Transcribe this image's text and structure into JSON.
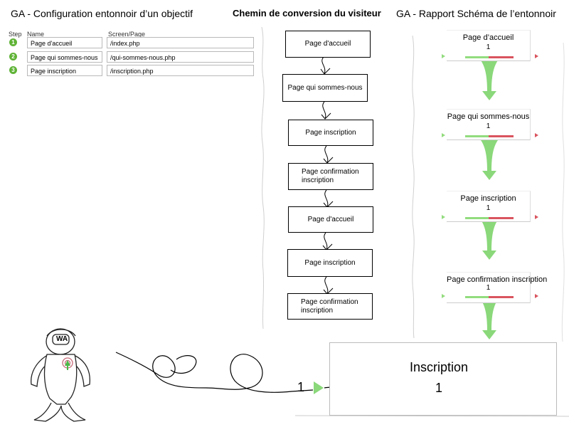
{
  "titles": {
    "config": "GA - Configuration entonnoir d’un objectif",
    "path": "Chemin de conversion du visiteur",
    "report": "GA - Rapport Schéma de l’entonnoir"
  },
  "config_table": {
    "headers": {
      "step": "Step",
      "name": "Name",
      "page": "Screen/Page"
    },
    "rows": [
      {
        "step": "1",
        "name": "Page d'accueil",
        "page": "/index.php"
      },
      {
        "step": "2",
        "name": "Page qui sommes-nous",
        "page": "/qui-sommes-nous.php"
      },
      {
        "step": "3",
        "name": "Page inscription",
        "page": "/inscription.php"
      }
    ]
  },
  "visitor_path": [
    {
      "label": "Page d'accueil"
    },
    {
      "label": "Page qui sommes-nous"
    },
    {
      "label": "Page inscription"
    },
    {
      "label": "Page confirmation inscription"
    },
    {
      "label": "Page d'accueil"
    },
    {
      "label": "Page inscription"
    },
    {
      "label": "Page confirmation inscription"
    }
  ],
  "funnel_report": {
    "steps": [
      {
        "name": "Page d’accueil",
        "count": "1"
      },
      {
        "name": "Page qui sommes-nous",
        "count": "1"
      },
      {
        "name": "Page inscription",
        "count": "1"
      },
      {
        "name": "Page confirmation inscription",
        "count": "1"
      }
    ],
    "colors": {
      "bar_green": "#92dc7e",
      "bar_red": "#d9545f",
      "arrow_green": "#8ad87a"
    }
  },
  "result": {
    "title": "Inscription",
    "count": "1"
  },
  "entry_count": "1",
  "mascot": {
    "badge_text": "WA"
  }
}
